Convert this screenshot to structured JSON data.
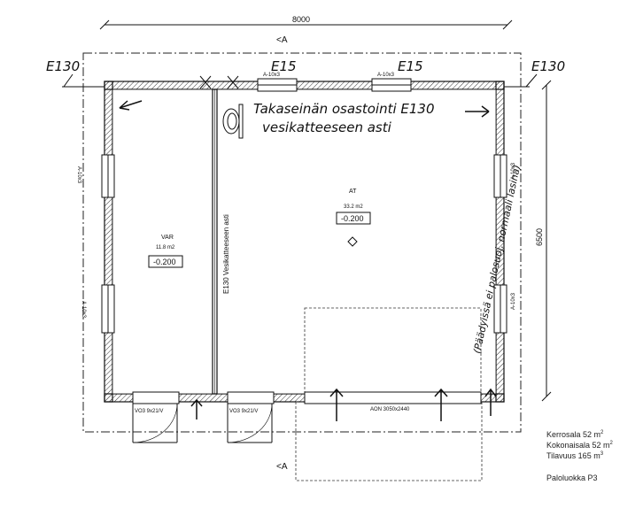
{
  "dimensions": {
    "width_label": "8000",
    "height_label": "6500"
  },
  "fire_ratings": {
    "corner_left": "E130",
    "corner_right": "E130",
    "window_left": "E15",
    "window_right": "E15"
  },
  "windows": {
    "top_left": "A-10x3",
    "top_right": "A-10x3",
    "left_upper": "A-10x3",
    "left_lower": "A-10x3",
    "right_upper": "A-10x3",
    "right_lower": "A-10x3"
  },
  "rooms": {
    "var": {
      "name": "VAR",
      "area": "11.8 m2",
      "level": "-0.200"
    },
    "at": {
      "name": "AT",
      "area": "33.2 m2",
      "level": "-0.200"
    }
  },
  "wall_label": "E130 Vesikatteeseen asti",
  "annotations": {
    "back_wall_line1": "Takaseinän osastointi E130",
    "back_wall_line2": "vesikatteeseen asti",
    "side_note_line1": "(Päädyissä ei palosuoj. normaali lasina)"
  },
  "doors": {
    "door1": "VO3 9x21/V",
    "door2": "VO3 9x21/V",
    "garage": "AON 3050x2440"
  },
  "info": {
    "kerrosala": "Kerrosala 52 m",
    "kokonaisala": "Kokonaisala 52 m",
    "tilavuus": "Tilavuus 165 m",
    "sup2": "2",
    "sup3": "3",
    "paloluokka": "Paloluokka P3"
  }
}
